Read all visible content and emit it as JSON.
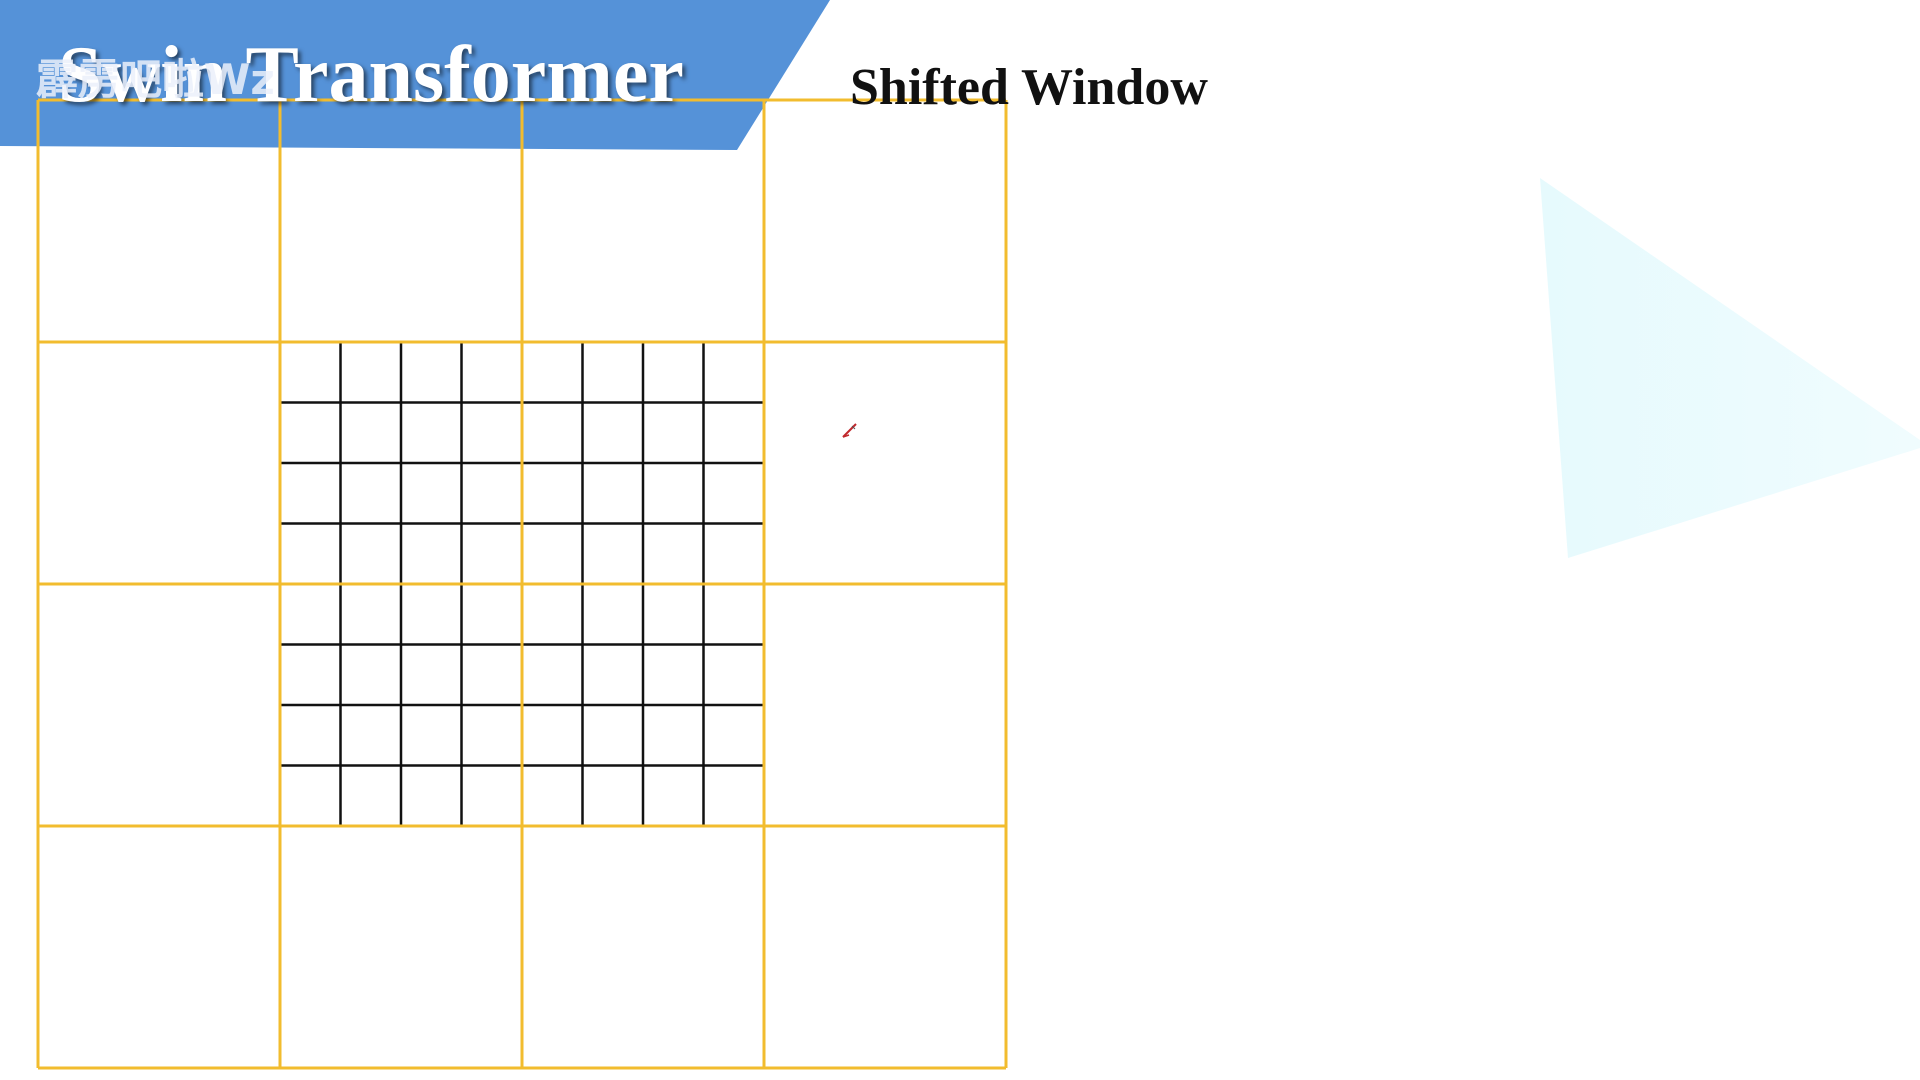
{
  "slide": {
    "title": "Swin Transformer",
    "subtitle": "Shifted Window",
    "watermark": "霹雳吧啦Wz"
  },
  "colors": {
    "banner": "#5592d8",
    "window_lines": "#f2bc2e",
    "patch_lines": "#111111",
    "decor_triangle": "#e9fbfd",
    "cursor": "#c0282c"
  },
  "icons": {
    "cursor": "pen-cursor-icon"
  }
}
